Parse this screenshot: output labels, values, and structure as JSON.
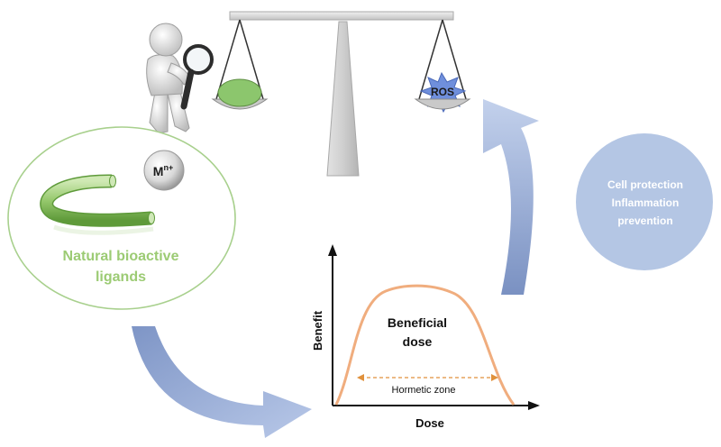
{
  "ligands": {
    "ion_base": "M",
    "ion_sup": "n+",
    "label_line1": "Natural bioactive",
    "label_line2": "ligands"
  },
  "balance": {
    "right_pan_label": "ROS"
  },
  "effect": {
    "line1": "Cell protection",
    "line2": "Inflammation",
    "line3": "prevention"
  },
  "hormesis_plot": {
    "y_axis_label": "Benefit",
    "x_axis_label": "Dose",
    "peak_label_line1": "Beneficial",
    "peak_label_line2": "dose",
    "zone_label": "Hormetic zone"
  },
  "colors": {
    "ligand_green": "#92c46b",
    "circle_outline_green": "#a8d08d",
    "effect_circle_blue": "#b4c6e4",
    "arrow_blue": "#9fb3d9",
    "curve_orange": "#f0ad7e",
    "zone_arrow_orange": "#e0913c"
  },
  "icons": [
    "person-magnifier-icon",
    "metal-ion-sphere-icon",
    "ros-burst-icon",
    "balance-scale-icon"
  ]
}
